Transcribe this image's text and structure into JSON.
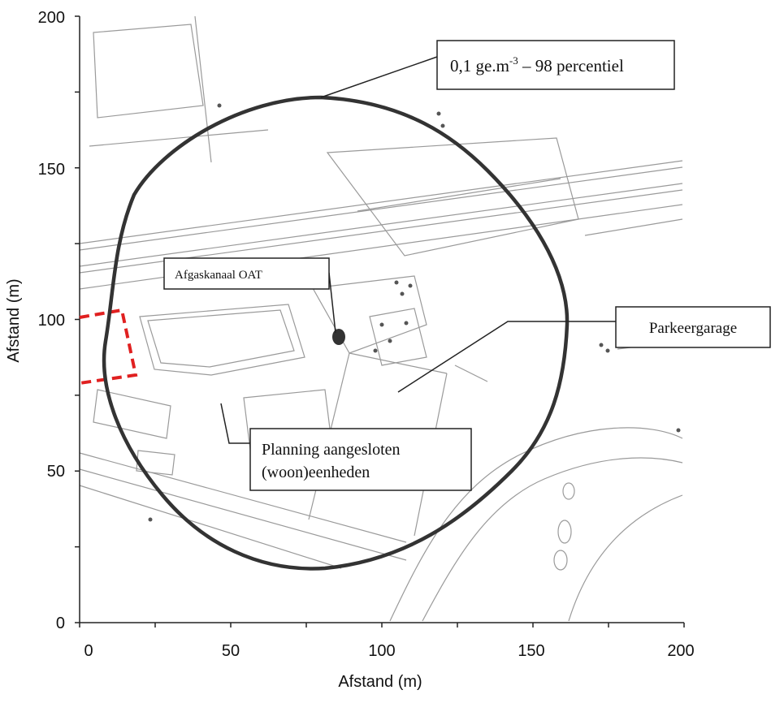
{
  "map": {
    "x_axis": {
      "label": "Afstand (m)",
      "range": [
        0,
        200
      ],
      "ticks": [
        "0",
        "50",
        "100",
        "150",
        "200"
      ]
    },
    "y_axis": {
      "label": "Afstand (m)",
      "range": [
        0,
        200
      ],
      "ticks": [
        "0",
        "50",
        "100",
        "150",
        "200"
      ]
    },
    "contour_label_main": "0,1 ge.m",
    "contour_label_exp": "-3",
    "contour_label_rest": " – 98 percentiel",
    "callouts": {
      "afgaskanaal": "Afgaskanaal OAT",
      "parkeergarage": "Parkeergarage",
      "planning_line1": "Planning aangesloten",
      "planning_line2": "(woon)eenheden"
    },
    "colors": {
      "contour": "#333333",
      "boundary": "#e02020",
      "map_lines": "#9a9a9a",
      "source_point": "#333333"
    }
  }
}
